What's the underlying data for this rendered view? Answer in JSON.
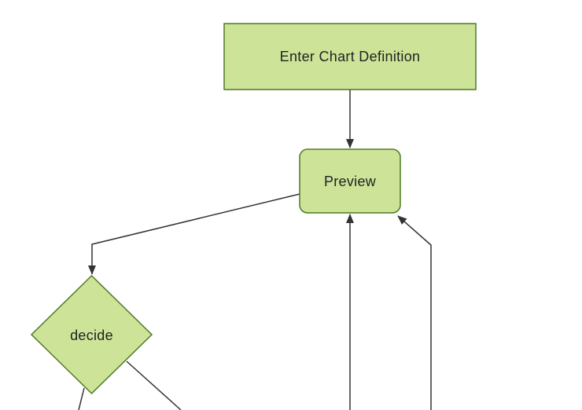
{
  "diagram": {
    "type": "flowchart",
    "orientation": "top-down",
    "colors": {
      "background": "#ffffff",
      "node_fill": "#cde498",
      "node_border": "#4e7a27",
      "edge_line": "#333333",
      "arrowhead": "#333333",
      "label_text": "#222222"
    },
    "nodes": [
      {
        "id": "enter-chart-definition",
        "label": "Enter Chart Definition",
        "shape": "rectangle"
      },
      {
        "id": "preview",
        "label": "Preview",
        "shape": "rounded-rectangle"
      },
      {
        "id": "decide",
        "label": "decide",
        "shape": "diamond"
      }
    ],
    "edges": [
      {
        "from": "Enter Chart Definition",
        "to": "Preview",
        "arrowhead": "yes"
      },
      {
        "from": "Preview",
        "to": "decide",
        "arrowhead": "yes"
      },
      {
        "from": "offscreen bottom",
        "to": "Preview",
        "arrowhead": "yes"
      },
      {
        "from": "offscreen bottom right",
        "to": "Preview",
        "arrowhead": "yes"
      },
      {
        "from": "decide",
        "to": "offscreen bottom left",
        "arrowhead": "none visible"
      },
      {
        "from": "decide",
        "to": "offscreen bottom right",
        "arrowhead": "none visible"
      }
    ]
  }
}
